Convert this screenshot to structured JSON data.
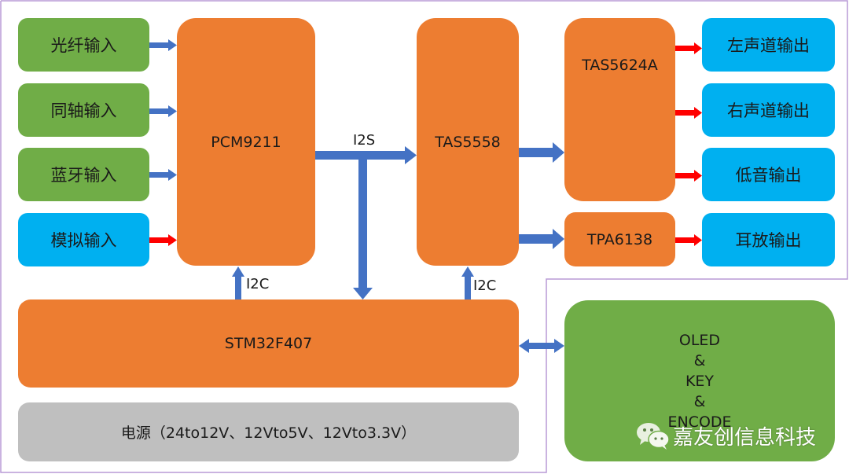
{
  "inputs": [
    {
      "label": "光纤输入",
      "kind": "digital"
    },
    {
      "label": "同轴输入",
      "kind": "digital"
    },
    {
      "label": "蓝牙输入",
      "kind": "digital"
    },
    {
      "label": "模拟输入",
      "kind": "analog"
    }
  ],
  "chips": {
    "receiver": "PCM9211",
    "dsp": "TAS5558",
    "amplifier": "TAS5624A",
    "headphone_amp": "TPA6138",
    "mcu": "STM32F407"
  },
  "outputs": [
    {
      "label": "左声道输出"
    },
    {
      "label": "右声道输出"
    },
    {
      "label": "低音输出"
    },
    {
      "label": "耳放输出"
    }
  ],
  "bus_labels": {
    "i2s": "I2S",
    "i2c_left": "I2C",
    "i2c_right": "I2C"
  },
  "power": {
    "label": "电源（24to12V、12Vto5V、12Vto3.3V）"
  },
  "ui_module": {
    "lines": [
      "OLED",
      "&",
      "KEY",
      "&",
      "ENCODE"
    ]
  },
  "watermark": {
    "icon": "wechat-icon",
    "text": "嘉友创信息科技"
  },
  "colors": {
    "digital_input": "#70ad47",
    "analog_io": "#00b0f0",
    "chip": "#ed7d31",
    "power": "#bfbfbf",
    "digital_arrow": "#4472c4",
    "analog_arrow": "#ff0000",
    "frame": "#b89ad6"
  }
}
